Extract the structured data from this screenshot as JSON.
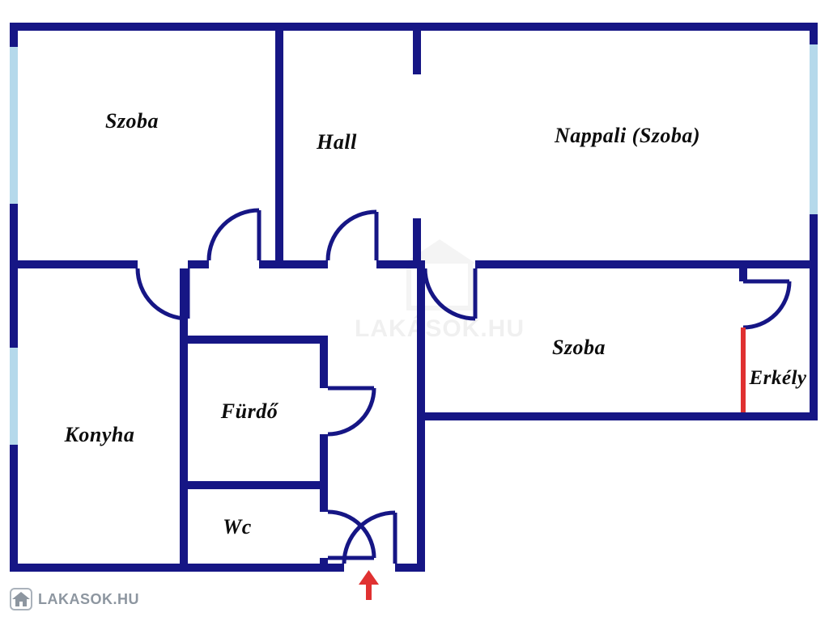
{
  "plan": {
    "rooms": [
      {
        "id": "szoba-top-left",
        "label": "Szoba"
      },
      {
        "id": "hall",
        "label": "Hall"
      },
      {
        "id": "nappali",
        "label": "Nappali (Szoba)"
      },
      {
        "id": "szoba-bottom",
        "label": "Szoba"
      },
      {
        "id": "erkely",
        "label": "Erkély"
      },
      {
        "id": "konyha",
        "label": "Konyha"
      },
      {
        "id": "furdo",
        "label": "Fürdő"
      },
      {
        "id": "wc",
        "label": "Wc"
      }
    ],
    "markers": {
      "entrance_arrow": "entrance direction arrow",
      "balcony_door": "balcony door (red marking)"
    }
  },
  "watermark": {
    "text": "LAKÁSOK.HU"
  },
  "brand": {
    "text": "LAKASOK.HU"
  },
  "colors": {
    "wall": "#161685",
    "window": "#b5d9eb",
    "accent_red": "#e03131",
    "label_text": "#0d0d0d",
    "brand_gray": "#8d96a0",
    "background": "#ffffff"
  }
}
